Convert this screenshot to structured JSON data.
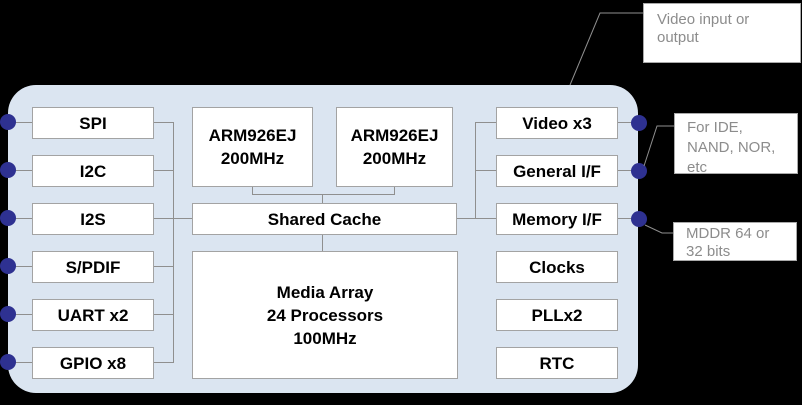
{
  "colors": {
    "background": "#000000",
    "chip_fill": "#dbe5f1",
    "box_fill": "#ffffff",
    "box_border": "#a3a3a3",
    "connector": "#8f8f8f",
    "port_dot": "#2e3191",
    "callout_border": "#a9a9a9",
    "callout_text": "#8c8c8c",
    "label_text": "#000000"
  },
  "chip": {
    "left_column": {
      "items": [
        {
          "label": "SPI"
        },
        {
          "label": "I2C"
        },
        {
          "label": "I2S"
        },
        {
          "label": "S/PDIF"
        },
        {
          "label": "UART x2"
        },
        {
          "label": "GPIO x8"
        }
      ]
    },
    "right_column": {
      "items": [
        {
          "label": "Video x3"
        },
        {
          "label": "General I/F"
        },
        {
          "label": "Memory I/F"
        },
        {
          "label": "Clocks"
        },
        {
          "label": "PLLx2"
        },
        {
          "label": "RTC"
        }
      ]
    },
    "processors": [
      {
        "lines": [
          "ARM926EJ",
          "200MHz"
        ]
      },
      {
        "lines": [
          "ARM926EJ",
          "200MHz"
        ]
      }
    ],
    "shared_cache": {
      "label": "Shared Cache"
    },
    "media_array": {
      "lines": [
        "Media Array",
        "24 Processors",
        "100MHz"
      ]
    }
  },
  "callouts": [
    {
      "lines": [
        "Video input or",
        "output"
      ]
    },
    {
      "lines": [
        "For IDE,",
        "NAND, NOR,",
        "etc"
      ]
    },
    {
      "lines": [
        "MDDR 64 or",
        "32 bits"
      ]
    }
  ]
}
